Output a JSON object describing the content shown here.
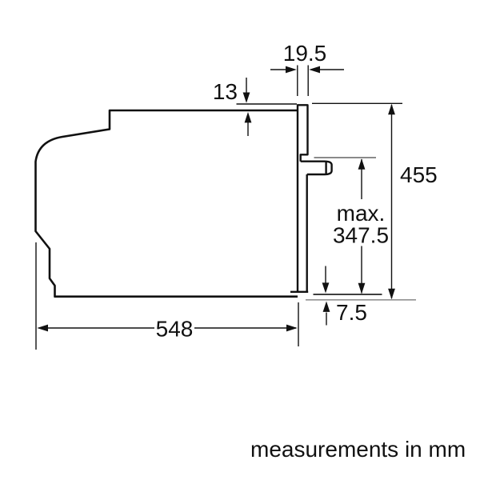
{
  "diagram": {
    "footer": {
      "note": "measurements in mm"
    },
    "dimensions": {
      "front_frame_thickness": {
        "value": "19.5"
      },
      "frame_top_protrusion": {
        "value": "13"
      },
      "appliance_height": {
        "value": "455"
      },
      "max_front_height": {
        "prefix": "max.",
        "value": "347.5"
      },
      "bottom_gap": {
        "value": "7.5"
      },
      "appliance_depth": {
        "value": "548"
      }
    },
    "colors": {
      "outline": "#111111",
      "dimension_line": "#111111",
      "reference_line_dark": "#3f3f3f",
      "reference_line_gray": "#8a8a8a",
      "background": "#ffffff"
    }
  }
}
